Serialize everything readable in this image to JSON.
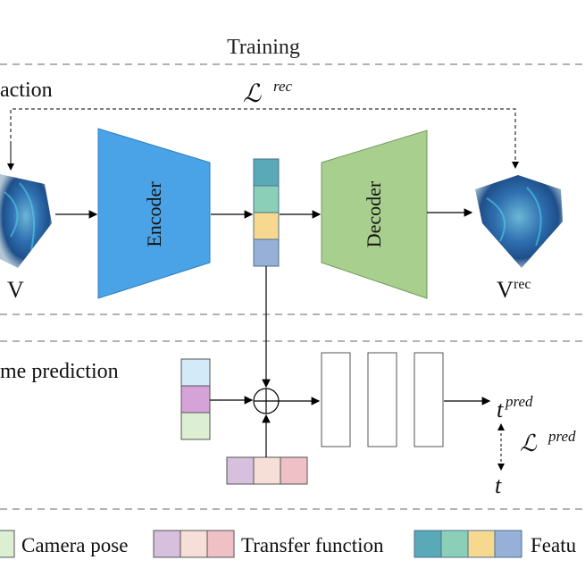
{
  "title": "Training",
  "sections": {
    "top_label": "action",
    "bottom_label": "me prediction"
  },
  "loss_rec": {
    "symbol": "ℒ",
    "superscript": "rec"
  },
  "loss_pred": {
    "symbol": "ℒ",
    "superscript": "pred"
  },
  "encoder": {
    "label": "Encoder",
    "color": "#4aa3e6"
  },
  "decoder": {
    "label": "Decoder",
    "color": "#a9cf8f"
  },
  "volume_in": {
    "label": "V"
  },
  "volume_out": {
    "label": "V",
    "superscript": "rec"
  },
  "t_pred": {
    "label": "t",
    "superscript": "pred"
  },
  "t_true": {
    "label": "t"
  },
  "feature_colors": [
    "#5aa9b8",
    "#8ccfb8",
    "#f6d98f",
    "#97b0d8"
  ],
  "camera_colors": [
    "#d3eaf8",
    "#d6a3d9",
    "#dcefd3"
  ],
  "transfer_colors": [
    "#d6c0dd",
    "#f6dfd6",
    "#efc0c5"
  ],
  "legend": {
    "camera_label": "Camera pose",
    "transfer_label": "Transfer function",
    "feature_label": "Featu"
  }
}
